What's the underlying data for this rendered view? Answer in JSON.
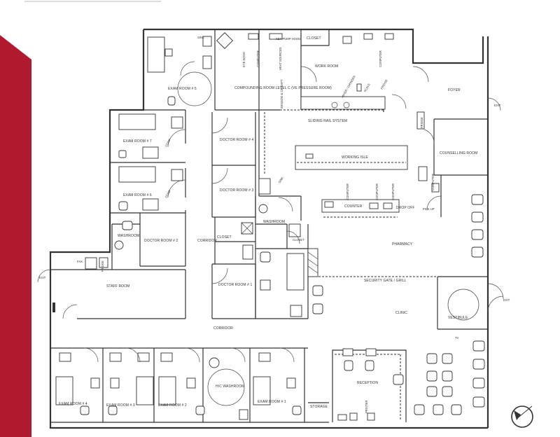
{
  "brand": {
    "accent": "#b01a2e"
  },
  "rooms": {
    "exam5": "EXAM ROOM # 5",
    "exam7": "EXAM ROOM # 7",
    "exam6": "EXAM ROOM # 6",
    "exam4": "EXAM ROOM # 4",
    "exam3": "EXAM ROOM # 3",
    "exam2": "EXAM ROOM # 2",
    "exam1": "EXAM ROOM # 1",
    "compounding": "COMPOUNDING ROOM LEVEL C (VE PRESSURE ROOM)",
    "work_room": "WORK ROOM",
    "foyer": "FOYER",
    "counselling": "COUNSELLING ROOM",
    "doctor4": "DOCTOR ROOM # 4",
    "doctor3": "DOCTOR ROOM # 3",
    "doctor2": "DOCTOR ROOM # 2",
    "doctor1": "DOCTOR ROOM # 1",
    "working_isle": "WORKING ISLE",
    "washroom_upper": "WASHROOM",
    "washroom_mid": "WASHROOM",
    "washroom_low": "WASHROOM",
    "hc_washroom": "H/C WASHROOM",
    "closet_top": "CLOSET",
    "closet_mid": "CLOSET",
    "closet_small": "CLOSET",
    "corridor_v": "CORRIDOR",
    "corridor_h": "CORRIDOR",
    "pharmacy": "PHARMACY",
    "clinic": "CLINIC",
    "vestibule": "VESTIBULE",
    "staff_room": "STAFF ROOM",
    "reception": "RECEPTION",
    "storage": "STORAGE",
    "security_gate": "SECURITY GATE / GRILL",
    "sliding_rail": "SLIDING RAIL SYSTEM"
  },
  "fixtures": {
    "eye_wash": "EYE WASH",
    "computer": "COMPUTER",
    "key_pump_hood": "KEY PUMP HOOD",
    "heat_sources": "HEAT SOURCES",
    "window_hatch": "WINDOW & CE RAPT",
    "mixer": "MIXER / GRINDER",
    "scale": "SCALE",
    "fridge": "FRIDGE",
    "sink": "SINK",
    "counter": "COUNTER",
    "drop_off": "DROP OFF",
    "pick_up": "PICK UP",
    "comp": "COMP",
    "printer": "PRINTER",
    "fax": "FAX",
    "tv": "TV",
    "exit": "EXIT"
  }
}
